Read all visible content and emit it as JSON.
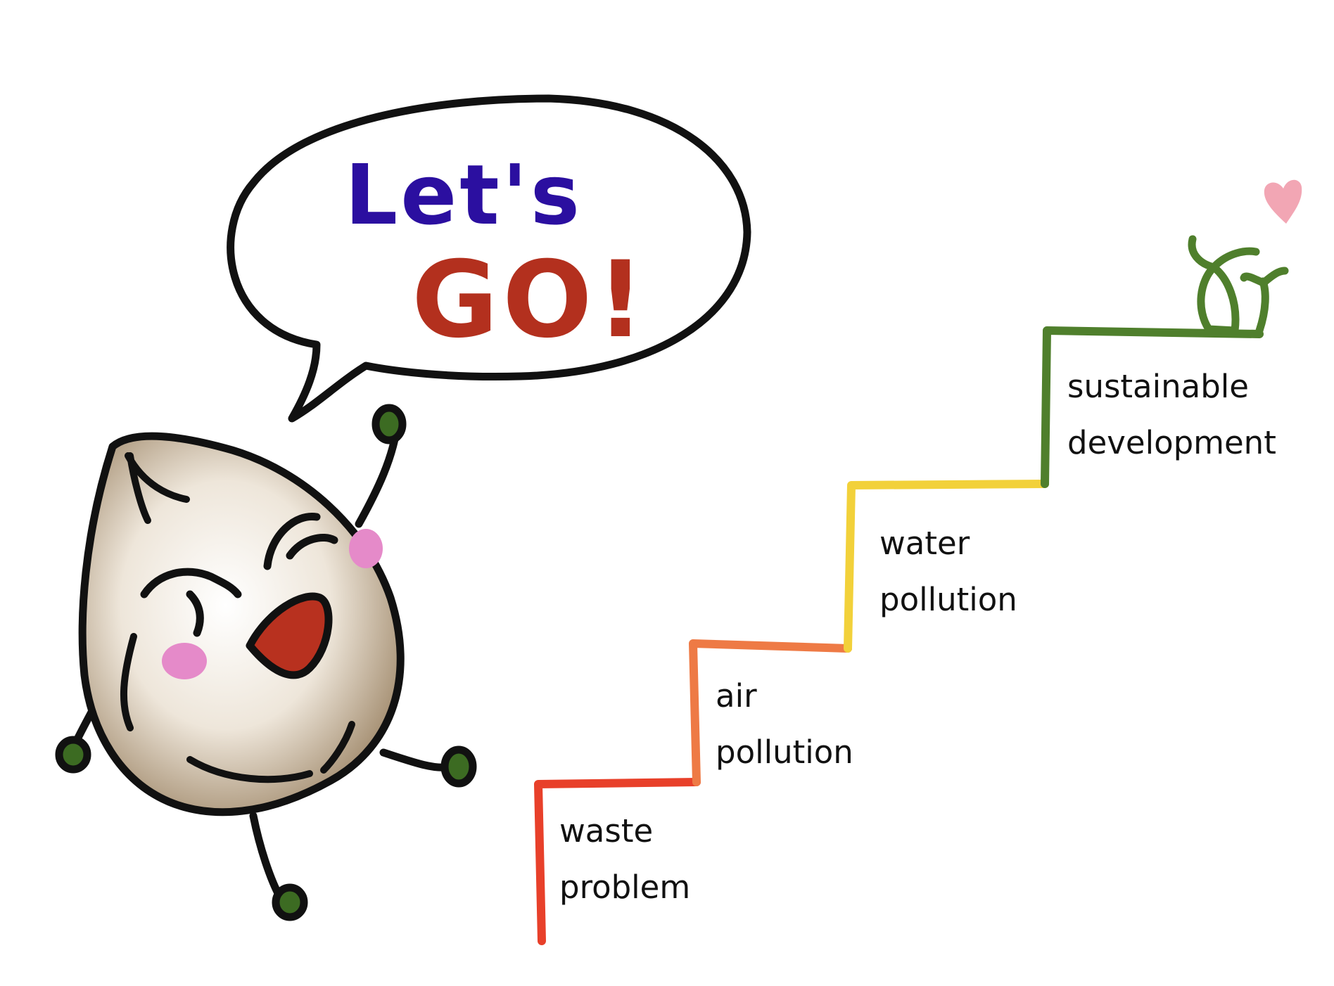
{
  "speech_bubble": {
    "line1": "Let's",
    "line2": "GO!",
    "line1_color": "#2b0fa0",
    "line2_color": "#b3301e"
  },
  "steps": [
    {
      "line1": "waste",
      "line2": "problem",
      "color": "#e8402a"
    },
    {
      "line1": "air",
      "line2": "pollution",
      "color": "#ee7a45"
    },
    {
      "line1": "water",
      "line2": "pollution",
      "color": "#f2d13a"
    },
    {
      "line1": "sustainable",
      "line2": "development",
      "color": "#4f7f2c"
    }
  ],
  "icons": {
    "character": "seed-character-icon",
    "sprout": "sprout-icon",
    "heart": "heart-icon"
  },
  "colors": {
    "outline": "#111111",
    "seed_body": "#d9cbb8",
    "cheek": "#e58ac9",
    "mouth": "#b8311f",
    "hands": "#3c6b22",
    "heart": "#f2a6b4"
  }
}
